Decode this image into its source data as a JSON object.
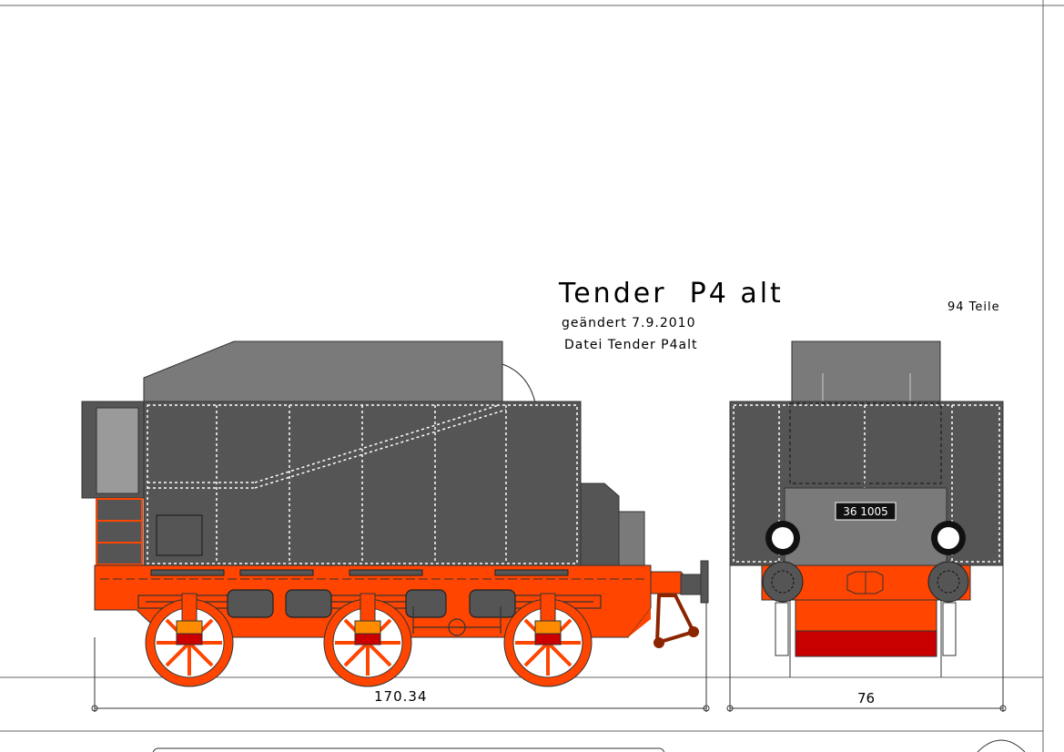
{
  "drawing": {
    "title": "Tender  P4 alt",
    "changed": "geändert 7.9.2010",
    "file": "Datei Tender P4alt",
    "parts": "94 Teile"
  },
  "dimensions": {
    "side_length": "170.34",
    "front_width": "76"
  },
  "front_view": {
    "number_plate": "36 1005"
  },
  "colors": {
    "tank_body": "#555555",
    "coal_box": "#7a7a7a",
    "frame_red": "#ff4500",
    "buffer_beam_dark": "#c80000",
    "lamp_orange": "#ff8c00",
    "lamp_red": "#cc0000",
    "coupling_brown": "#8b2500",
    "rivet_lines": "#ffffff"
  }
}
